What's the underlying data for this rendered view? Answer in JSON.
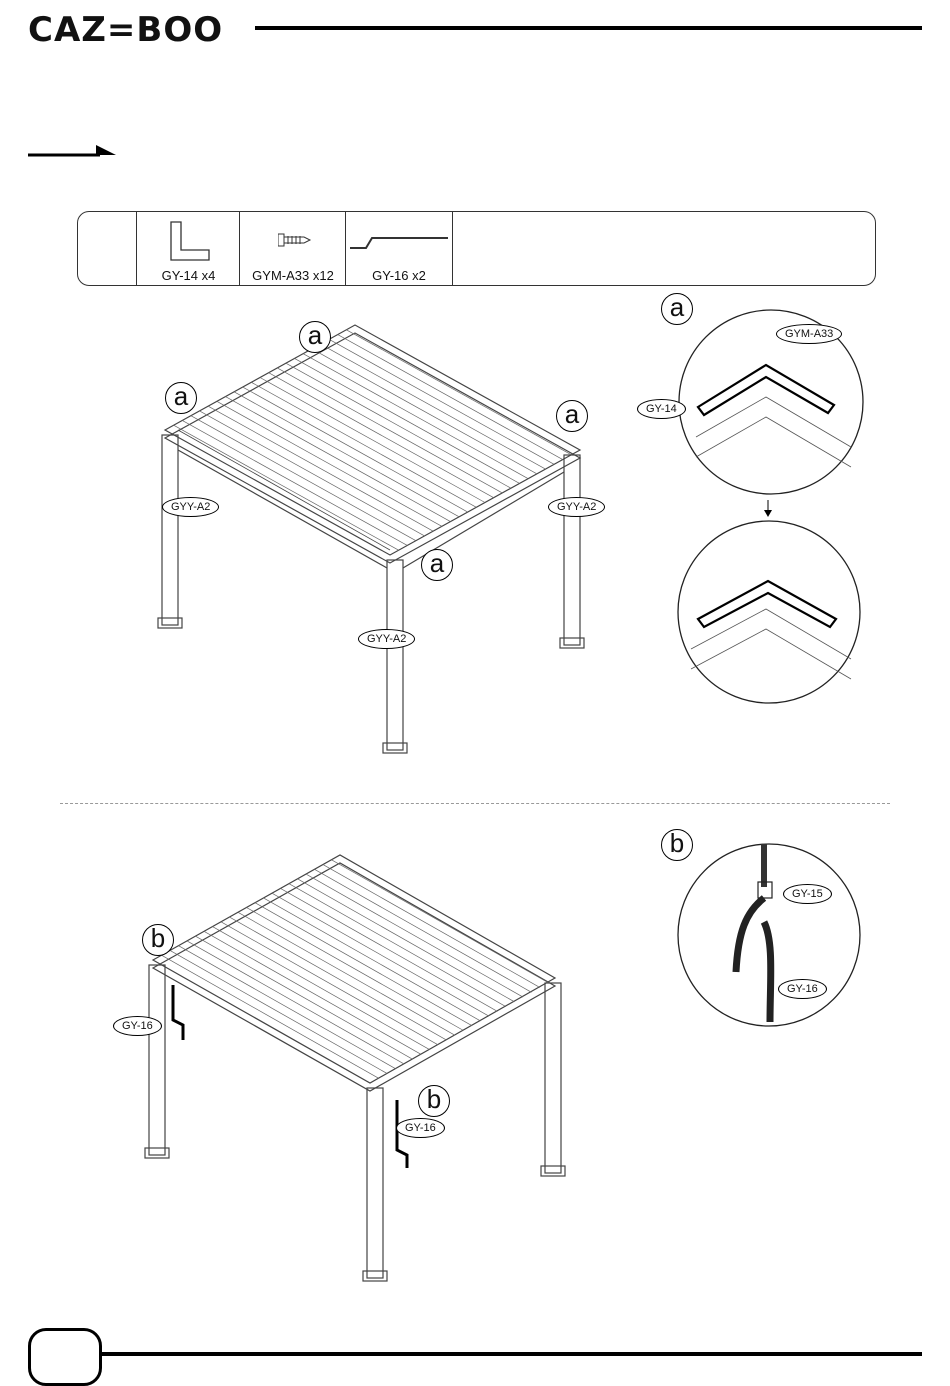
{
  "header": {
    "logo": "CAZ=BOO"
  },
  "parts": [
    {
      "label": "GY-14   x4",
      "icon": "l-bracket-icon"
    },
    {
      "label": "GYM-A33  x12",
      "icon": "screw-icon"
    },
    {
      "label": "GY-16   x2",
      "icon": "crank-rod-icon"
    }
  ],
  "step1": {
    "marker": "a",
    "post_label": "GYY-A2",
    "detail": {
      "screw_label": "GYM-A33",
      "bracket_label": "GY-14"
    }
  },
  "step2": {
    "marker": "b",
    "rod_label": "GY-16",
    "detail": {
      "hook_label": "GY-15",
      "rod_label": "GY-16"
    }
  }
}
